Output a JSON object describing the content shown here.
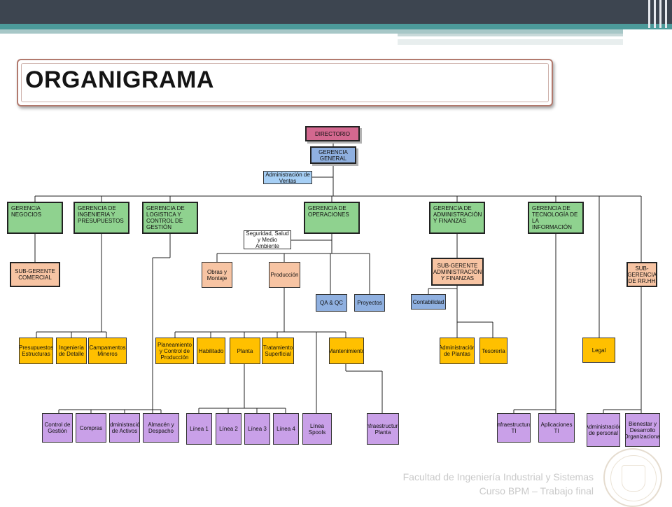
{
  "title": "ORGANIGRAMA",
  "footer": {
    "line1": "Facultad de Ingeniería Industrial y Sistemas",
    "line2": "Curso BPM – Trabajo final"
  },
  "colors": {
    "header_dark": "#3d4550",
    "header_teal": "#4c9a9a",
    "gerencia_green": "#8fd28f",
    "subgerencia_salmon": "#f7c4a3",
    "area_orange": "#ffc000",
    "unidad_purple": "#c9a0e8",
    "apoyo_blue": "#8fb0e0",
    "directorio_pink": "#d3688f"
  },
  "org": {
    "directorio": "DIRECTORIO",
    "gerencia_general": "GERENCIA GENERAL",
    "admin_ventas": "Administración de Ventas",
    "gerencias": {
      "negocios": "GERENCIA NEGOCIOS",
      "ingenieria": "GERENCIA DE INGENIERIA Y PRESUPUESTOS",
      "logistica": "GERENCIA DE LOGISTICA Y CONTROL DE GESTIÓN",
      "operaciones": "GERENCIA DE OPERACIONES",
      "administracion": "GERENCIA DE ADMINISTRACIÓN Y FINANZAS",
      "tecnologia": "GERENCIA DE TECNOLOGÍA DE LA INFORMACIÓN"
    },
    "ssma": "Seguridad, Salud y Medio Ambiente",
    "sub_comercial": "SUB-GERENTE COMERCIAL",
    "obras_montaje": "Obras y Montaje",
    "produccion": "Producción",
    "qa_qc": "QA & QC",
    "proyectos": "Proyectos",
    "sub_admin": "SUB-GERENTE ADMINISTRACIÓN Y FINANZAS",
    "contabilidad": "Contabilidad",
    "sub_rrhh": "SUB-GERENCIA DE RR.HH",
    "presupuestos": "Presupuestos Estructuras",
    "ing_detalle": "Ingeniería de Detalle",
    "campamentos": "Campamentos Mineros",
    "planeamiento": "Planeamiento y Control de Producción",
    "habilitado": "Habilitado",
    "planta": "Planta",
    "tratamiento": "Tratamiento Superficial",
    "mantenimiento": "Mantenimiento",
    "admin_plantas": "Administración de Plantas",
    "tesoreria": "Tesorería",
    "legal": "Legal",
    "control_gestion": "Control de Gestión",
    "compras": "Compras",
    "admin_activos": "Administración de Activos",
    "almacen": "Almacén y Despacho",
    "linea1": "Línea 1",
    "linea2": "Línea 2",
    "linea3": "Línea 3",
    "linea4": "Línea 4",
    "linea_spools": "Línea Spools",
    "infra_planta": "Infraestructura Planta",
    "infra_ti": "Infraestructura TI",
    "aplicaciones_ti": "Aplicaciones TI",
    "admin_personal": "Administración de personal",
    "bienestar": "Bienestar y Desarrollo Organizacional"
  }
}
